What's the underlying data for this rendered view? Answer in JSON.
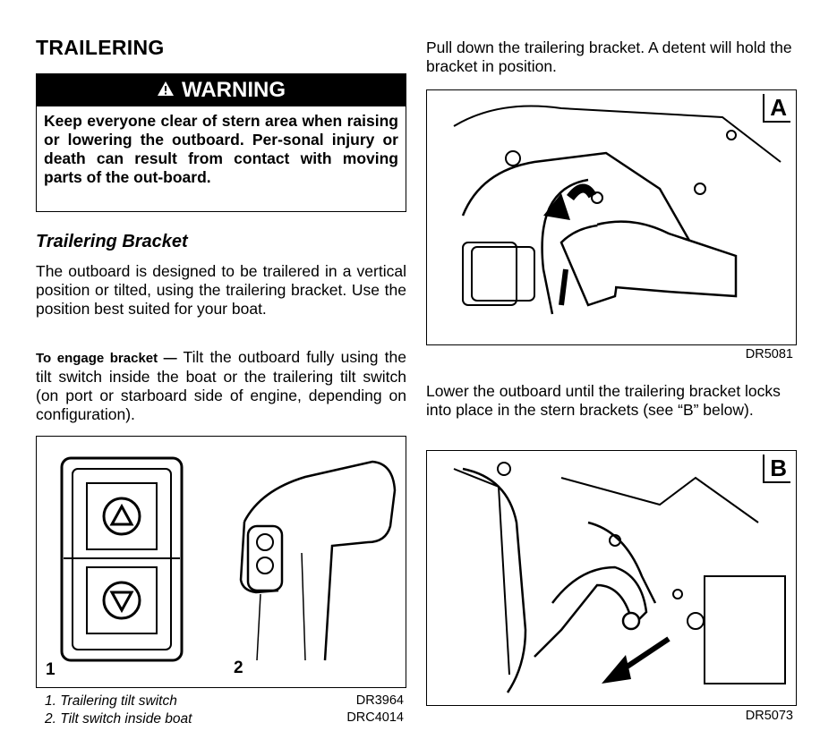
{
  "left": {
    "section_title": "TRAILERING",
    "warning": {
      "icon": "warning-triangle-icon",
      "header": "WARNING",
      "text": "Keep everyone clear of stern area when raising or lowering the outboard. Per-sonal injury or death can result from contact with moving parts of the out-board."
    },
    "subsection_title": "Trailering Bracket",
    "intro": "The outboard is designed to be trailered in a vertical position or tilted, using the trailering bracket. Use the position best suited for your boat.",
    "engage_lead": "To engage bracket —",
    "engage_text": " Tilt the outboard fully using the tilt switch inside the boat or the trailering tilt switch (on port or starboard side of engine, depending on configuration).",
    "figure": {
      "callout_1": "1",
      "callout_2": "2",
      "captions": [
        "1.  Trailering tilt switch",
        "2.  Tilt switch inside boat"
      ],
      "codes": [
        "DR3964",
        "DRC4014"
      ]
    }
  },
  "right": {
    "step1": "Pull down the trailering bracket. A detent will hold the bracket in position.",
    "figure_a": {
      "letter": "A",
      "code": "DR5081"
    },
    "step2": "Lower the outboard until the trailering bracket locks into place in the stern brackets (see “B” below).",
    "figure_b": {
      "letter": "B",
      "code": "DR5073"
    }
  }
}
